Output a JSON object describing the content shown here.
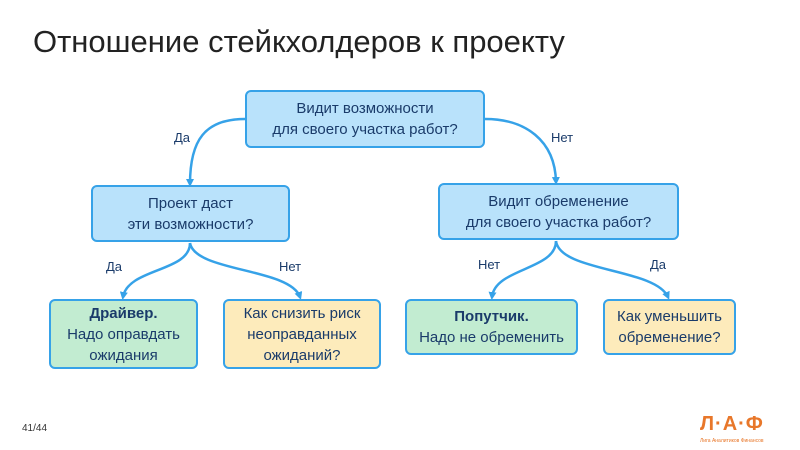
{
  "slide": {
    "title": "Отношение стейкхолдеров к проекту",
    "page_number": "41/44"
  },
  "tree": {
    "root": {
      "line1": "Видит возможности",
      "line2": "для своего участка работ?"
    },
    "left": {
      "line1": "Проект даст",
      "line2": "эти возможности?"
    },
    "right": {
      "line1": "Видит обременение",
      "line2": "для своего участка работ?"
    },
    "leaf_driver": {
      "line1": "Драйвер.",
      "line2": "Надо оправдать",
      "line3": "ожидания"
    },
    "leaf_reduce_risk": {
      "line1": "Как снизить риск",
      "line2": "неоправданных",
      "line3": "ожиданий?"
    },
    "leaf_fellow": {
      "line1": "Попутчик.",
      "line2": "Надо не обременить"
    },
    "leaf_reduce_burden": {
      "line1": "Как уменьшить",
      "line2": "обременение?"
    }
  },
  "edges": {
    "root_left": "Да",
    "root_right": "Нет",
    "left_driver": "Да",
    "left_risk": "Нет",
    "right_fellow": "Нет",
    "right_burden": "Да"
  },
  "logo": {
    "mark": "Л·А·Ф",
    "subtitle": "Лига Аналитиков Финансов"
  },
  "colors": {
    "accent": "#36a2e8",
    "question_fill": "#b9e2fb",
    "positive_fill": "#c2ecd1",
    "caution_fill": "#fdebbb",
    "logo": "#e8772a"
  }
}
